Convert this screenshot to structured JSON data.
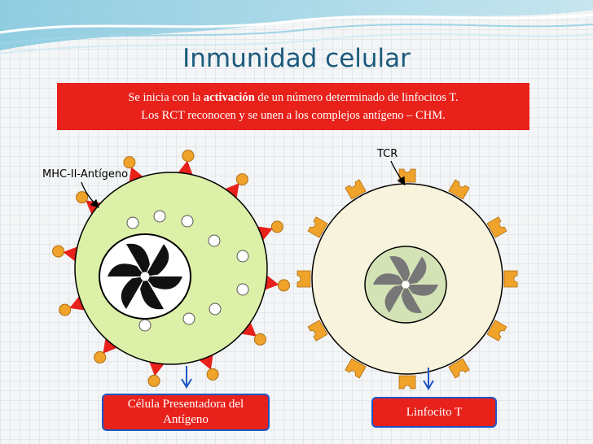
{
  "slide": {
    "title": "Inmunidad celular",
    "banner": {
      "line1_pre": "Se inicia con la ",
      "line1_bold": "activación",
      "line1_post": " de un número determinado de linfocitos T.",
      "line2": "Los  RCT reconocen y se unen a los complejos antígeno – CHM."
    }
  },
  "diagram": {
    "label_mhc": "MHC-II-Antígeno",
    "label_tcr": "TCR",
    "apc_label_line1": "Célula Presentadora del",
    "apc_label_line2": "Antígeno",
    "tcell_label": "Linfocito  T"
  },
  "colors": {
    "title": "#1b5a7d",
    "banner_bg": "#e8211b",
    "apc_fill": "#ddf0a8",
    "tcell_fill": "#f7f3dc",
    "receptor": "#f0a32a",
    "mhc_triangle": "#e8211b"
  }
}
